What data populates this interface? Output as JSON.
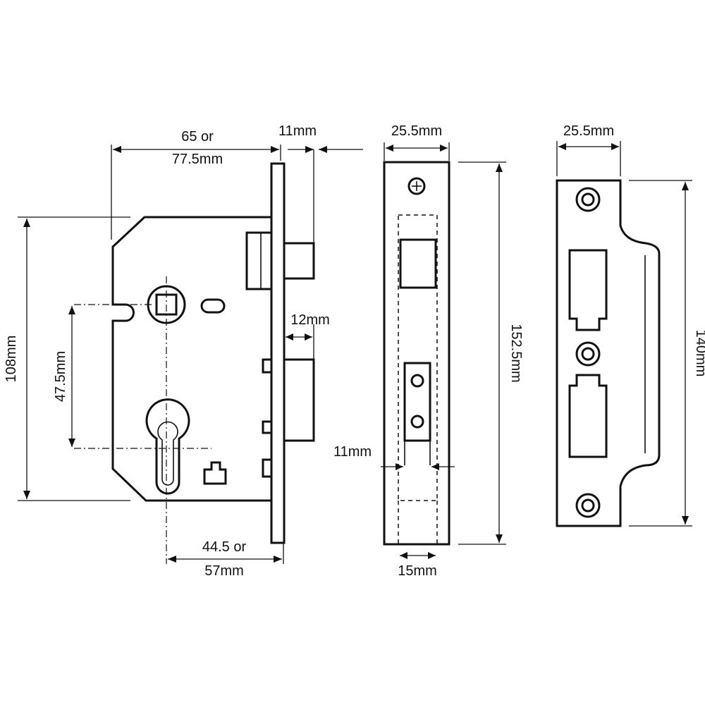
{
  "lock_case_view": {
    "backset_top_line1": "65 or",
    "backset_top_line2": "77.5mm",
    "forend_thickness": "11mm",
    "deadbolt_throw": "12mm",
    "case_height": "108mm",
    "centres": "47.5mm",
    "backset_bottom_line1": "44.5 or",
    "backset_bottom_line2": "57mm"
  },
  "forend_view": {
    "width": "25.5mm",
    "height": "152.5mm",
    "latch_width": "11mm",
    "case_width": "15mm"
  },
  "strike_plate_view": {
    "width": "25.5mm",
    "height": "140mm"
  },
  "colors": {
    "line": "#111111",
    "background": "#ffffff"
  }
}
